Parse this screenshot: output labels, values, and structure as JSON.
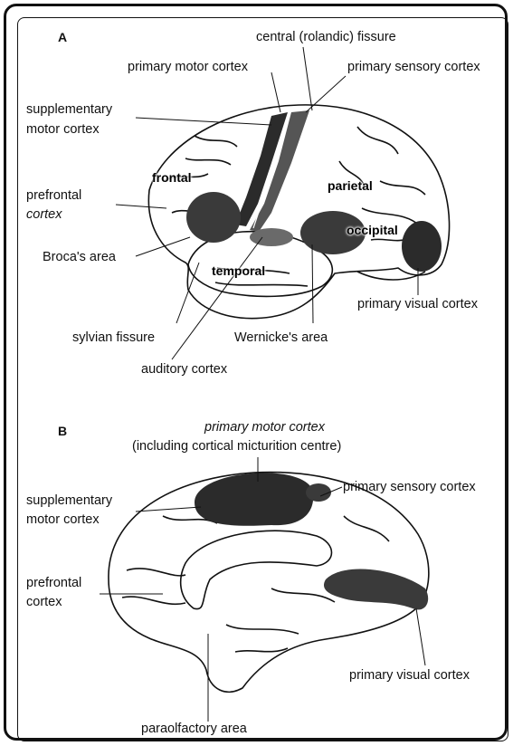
{
  "panel_a": {
    "letter": "A",
    "labels": {
      "central_fissure": "central (rolandic) fissure",
      "primary_motor_cortex": "primary motor cortex",
      "primary_sensory_cortex": "primary sensory cortex",
      "supplementary_motor_1": "supplementary",
      "supplementary_motor_2": "motor cortex",
      "prefrontal_1": "prefrontal",
      "prefrontal_2": "cortex",
      "brocas_area": "Broca's area",
      "primary_visual_cortex": "primary visual cortex",
      "sylvian_fissure": "sylvian fissure",
      "wernickes_area": "Wernicke's area",
      "auditory_cortex": "auditory cortex"
    },
    "regions": {
      "frontal": "frontal",
      "parietal": "parietal",
      "occipital": "occipital",
      "temporal": "temporal"
    }
  },
  "panel_b": {
    "letter": "B",
    "labels": {
      "primary_motor_cortex": "primary motor cortex",
      "micturition_note": "(including cortical micturition centre)",
      "primary_sensory_cortex": "primary sensory cortex",
      "supplementary_motor_1": "supplementary",
      "supplementary_motor_2": "motor cortex",
      "prefrontal_1": "prefrontal",
      "prefrontal_2": "cortex",
      "primary_visual_cortex": "primary visual cortex",
      "paraolfactory_area": "paraolfactory area"
    }
  },
  "colors": {
    "ink": "#111111",
    "shaded_region": "#2b2b2b",
    "mid_region": "#6a6a6a"
  }
}
